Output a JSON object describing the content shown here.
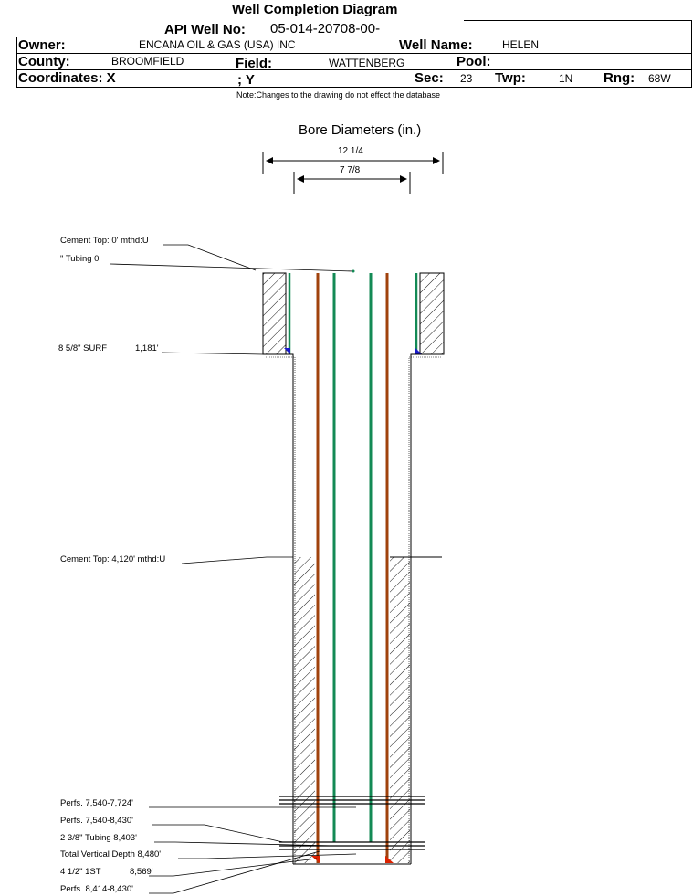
{
  "header": {
    "title": "Well Completion Diagram",
    "api_label": "API Well No:",
    "api_value": "05-014-20708-00-",
    "owner_label": "Owner:",
    "owner_value": "ENCANA OIL & GAS (USA) INC",
    "well_name_label": "Well Name:",
    "well_name_value": "HELEN",
    "county_label": "County:",
    "county_value": "BROOMFIELD",
    "field_label": "Field:",
    "field_value": "WATTENBERG",
    "pool_label": "Pool:",
    "pool_value": "",
    "coords_label": "Coordinates: X",
    "coords_y_label": "; Y",
    "sec_label": "Sec:",
    "sec_value": "23",
    "twp_label": "Twp:",
    "twp_value": "1N",
    "rng_label": "Rng:",
    "rng_value": "68W",
    "note": "Note:Changes to the drawing do not effect the database"
  },
  "bore": {
    "title": "Bore Diameters (in.)",
    "outer_diameter": "12 1/4",
    "inner_diameter": "7 7/8"
  },
  "labels": {
    "cement_top_1": "Cement Top: 0' mthd:U",
    "tubing_top": "\" Tubing 0'",
    "surface_casing": "8 5/8\" SURF",
    "surface_casing_depth": "1,181'",
    "cement_top_2": "Cement Top: 4,120' mthd:U",
    "perfs_1": "Perfs. 7,540-7,724'",
    "perfs_2": "Perfs. 7,540-8,430'",
    "tubing": "2 3/8\" Tubing 8,403'",
    "tvd": "Total Vertical Depth 8,480'",
    "production_casing": "4 1/2\" 1ST",
    "production_casing_depth": "8,569'",
    "perfs_3": "Perfs. 8,414-8,430'"
  },
  "colors": {
    "casing_tubing_green": "#138a55",
    "rod_brown": "#a0420c",
    "shoe_blue": "#1a1acc",
    "shoe_red": "#dd2200"
  }
}
